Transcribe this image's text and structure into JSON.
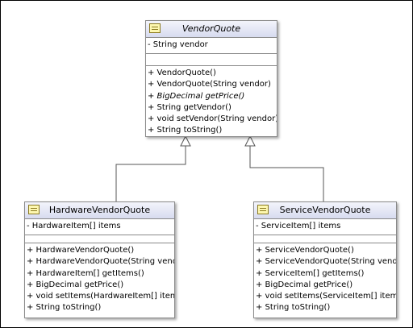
{
  "classes": {
    "vendor_quote": {
      "name": "VendorQuote",
      "abstract": true,
      "attributes": [
        "- String vendor"
      ],
      "operations": [
        {
          "text": "+ VendorQuote()",
          "abstract": false
        },
        {
          "text": "+ VendorQuote(String vendor)",
          "abstract": false
        },
        {
          "text": "+ BigDecimal getPrice()",
          "abstract": true
        },
        {
          "text": "+ String getVendor()",
          "abstract": false
        },
        {
          "text": "+ void setVendor(String vendor)",
          "abstract": false
        },
        {
          "text": "+ String toString()",
          "abstract": false
        }
      ]
    },
    "hardware_vendor_quote": {
      "name": "HardwareVendorQuote",
      "abstract": false,
      "attributes": [
        "- HardwareItem[] items"
      ],
      "operations": [
        {
          "text": "+ HardwareVendorQuote()",
          "abstract": false
        },
        {
          "text": "+ HardwareVendorQuote(String vendor)",
          "abstract": false
        },
        {
          "text": "+ HardwareItem[] getItems()",
          "abstract": false
        },
        {
          "text": "+ BigDecimal getPrice()",
          "abstract": false
        },
        {
          "text": "+ void setItems(HardwareItem[] items)",
          "abstract": false
        },
        {
          "text": "+ String toString()",
          "abstract": false
        }
      ]
    },
    "service_vendor_quote": {
      "name": "ServiceVendorQuote",
      "abstract": false,
      "attributes": [
        "- ServiceItem[] items"
      ],
      "operations": [
        {
          "text": "+ ServiceVendorQuote()",
          "abstract": false
        },
        {
          "text": "+ ServiceVendorQuote(String vendor)",
          "abstract": false
        },
        {
          "text": "+ ServiceItem[] getItems()",
          "abstract": false
        },
        {
          "text": "+ BigDecimal getPrice()",
          "abstract": false
        },
        {
          "text": "+ void setItems(ServiceItem[] items)",
          "abstract": false
        },
        {
          "text": "+ String toString()",
          "abstract": false
        }
      ]
    }
  },
  "relations": [
    {
      "type": "generalization",
      "from": "HardwareVendorQuote",
      "to": "VendorQuote"
    },
    {
      "type": "generalization",
      "from": "ServiceVendorQuote",
      "to": "VendorQuote"
    }
  ]
}
